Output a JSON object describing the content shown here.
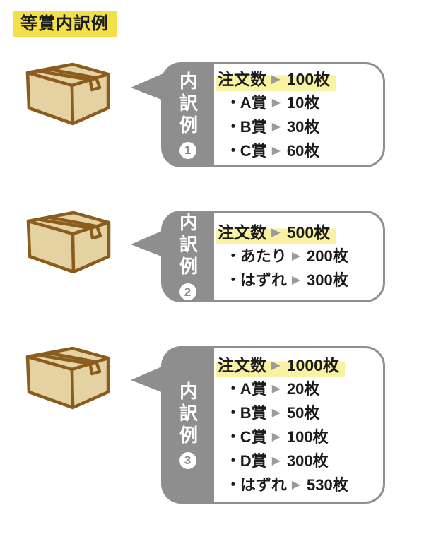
{
  "title": "等賞内訳例",
  "glyphs": {
    "arrow": "▶",
    "bullet": "・"
  },
  "colors": {
    "bubble_gray": "#8e8e8e",
    "badge_yellow": "#f2e04a",
    "highlight_yellow": "#f9f2a2",
    "box_fill": "#e5d2a3",
    "box_outline": "#8a5c1e",
    "text": "#1b1b1b"
  },
  "examples": [
    {
      "label": "内訳例",
      "number": "1",
      "total": {
        "name": "注文数",
        "value": "100枚"
      },
      "items": [
        {
          "name": "A賞",
          "value": "10枚"
        },
        {
          "name": "B賞",
          "value": "30枚"
        },
        {
          "name": "C賞",
          "value": "60枚"
        }
      ]
    },
    {
      "label": "内訳例",
      "number": "2",
      "total": {
        "name": "注文数",
        "value": "500枚"
      },
      "items": [
        {
          "name": "あたり",
          "value": "200枚"
        },
        {
          "name": "はずれ",
          "value": "300枚"
        }
      ]
    },
    {
      "label": "内訳例",
      "number": "3",
      "total": {
        "name": "注文数",
        "value": "1000枚"
      },
      "items": [
        {
          "name": "A賞",
          "value": "20枚"
        },
        {
          "name": "B賞",
          "value": "50枚"
        },
        {
          "name": "C賞",
          "value": "100枚"
        },
        {
          "name": "D賞",
          "value": "300枚"
        },
        {
          "name": "はずれ",
          "value": "530枚"
        }
      ]
    }
  ]
}
